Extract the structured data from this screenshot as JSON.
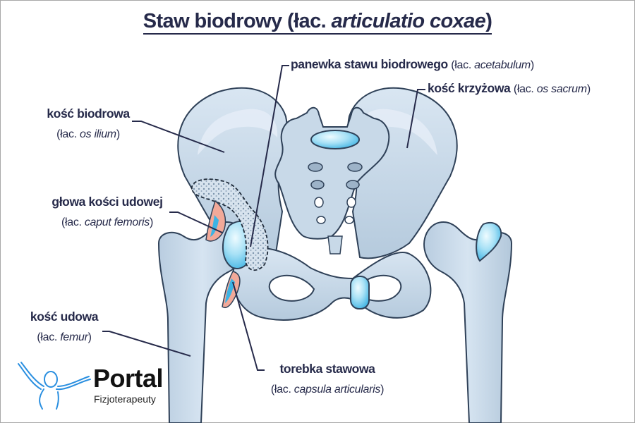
{
  "title": {
    "main": "Staw biodrowy (",
    "lac": "łac. ",
    "latin": "articulatio coxae",
    "close": ")"
  },
  "labels": [
    {
      "id": "acetabulum",
      "name": "panewka stawu biodrowego",
      "lac_prefix": "(łac. ",
      "latin": "acetabulum",
      "lac_suffix": ")"
    },
    {
      "id": "sacrum",
      "name": "kość krzyżowa",
      "lac_prefix": "(łac. ",
      "latin": "os sacrum",
      "lac_suffix": ")"
    },
    {
      "id": "ilium",
      "name": "kość biodrowa",
      "lac_prefix": "(łac. ",
      "latin": "os ilium",
      "lac_suffix": ")"
    },
    {
      "id": "femoral-head",
      "name": "głowa kości udowej",
      "lac_prefix": "(łac. ",
      "latin": "caput femoris",
      "lac_suffix": ")"
    },
    {
      "id": "femur",
      "name": "kość udowa",
      "lac_prefix": "(łac. ",
      "latin": "femur",
      "lac_suffix": ")"
    },
    {
      "id": "capsule",
      "name": "torebka stawowa",
      "lac_prefix": "(łac. ",
      "latin": "capsula articularis",
      "lac_suffix": ")"
    }
  ],
  "logo": {
    "word": "Portal",
    "sub": "Fizjoterapeuty",
    "icon": "person-arms-raised-icon",
    "accent": "#2a8fe0"
  },
  "colors": {
    "text": "#262a4a",
    "bone_light": "#d2e1ef",
    "bone_mid": "#b4c9dc",
    "bone_dark": "#8fa9c1",
    "outline": "#2f4158",
    "cartilage": "#a9e2f7",
    "cartilage_dark": "#3cb3e4",
    "capsule_pink": "#f2a999",
    "leader_line": "#262a4a"
  }
}
